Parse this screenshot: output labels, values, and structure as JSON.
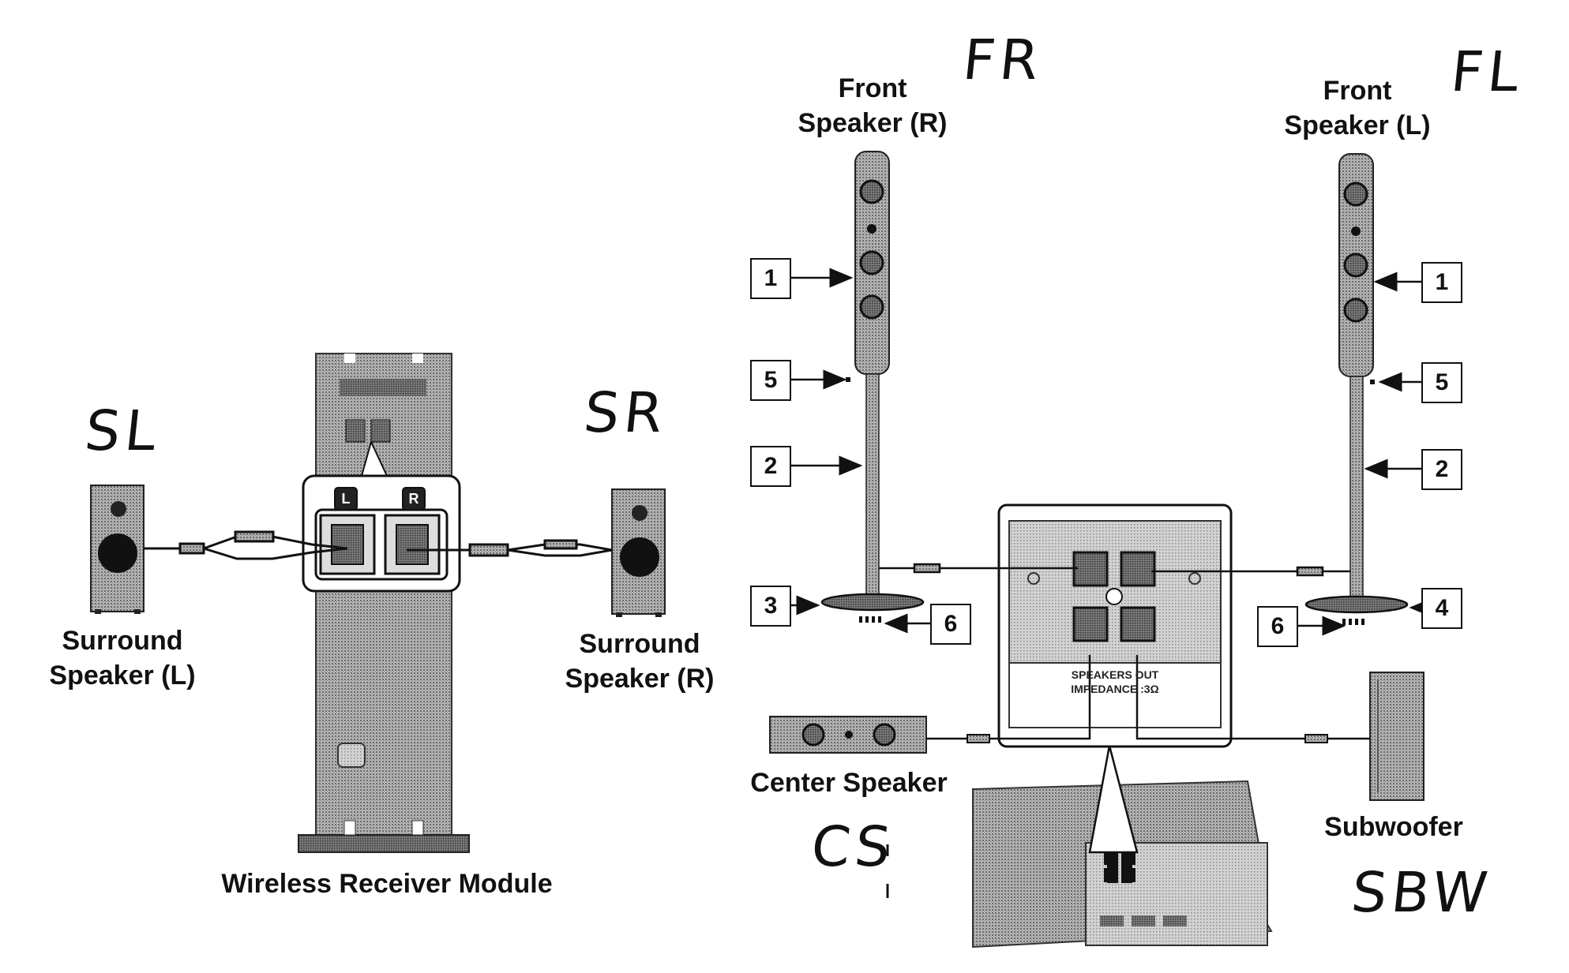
{
  "labels": {
    "front_speaker_r": [
      "Front",
      "Speaker (R)"
    ],
    "front_speaker_l": [
      "Front",
      "Speaker (L)"
    ],
    "surround_speaker_l": [
      "Surround",
      "Speaker (L)"
    ],
    "surround_speaker_r": [
      "Surround",
      "Speaker (R)"
    ],
    "wireless_receiver": "Wireless Receiver Module",
    "center_speaker": "Center Speaker",
    "subwoofer": "Subwoofer"
  },
  "handwritten": {
    "fr": "FR",
    "fl": "FL",
    "sl": "SL",
    "sr": "SR",
    "cs": "CS",
    "sbw": "SBW"
  },
  "terminal_tags": {
    "left": "L",
    "right": "R"
  },
  "panel_text": {
    "line1": "SPEAKERS OUT",
    "line2": "IMPEDANCE :3Ω"
  },
  "callouts": {
    "r1": "1",
    "r5": "5",
    "r2": "2",
    "r3": "3",
    "r6": "6",
    "l1": "1",
    "l5": "5",
    "l2": "2",
    "l4": "4",
    "l6": "6"
  },
  "colors": {
    "ink": "#111111",
    "stipple": "#9a9a9a",
    "stipple_dark": "#6f6f6f",
    "background": "#ffffff"
  }
}
